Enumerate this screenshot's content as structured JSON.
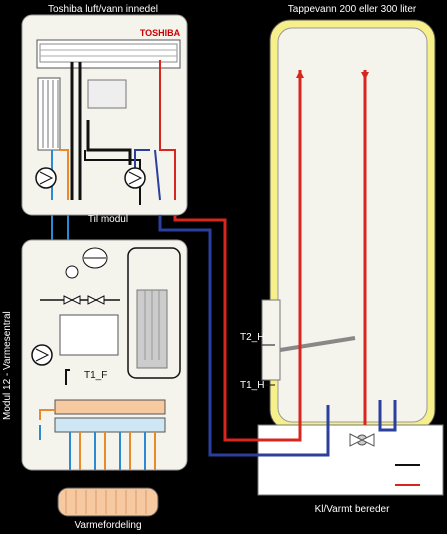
{
  "labels": {
    "indoor_unit_title": "Toshiba luft/vann innedel",
    "brand": "TOSHIBA",
    "tank_title": "Tappevann 200 eller 300 liter",
    "to_module": "Til modul",
    "module_title": "Modul 12 - Varmesentral",
    "t1_f": "T1_F",
    "t2_h": "T2_H",
    "t1_h": "T1_H",
    "floor_heating": "Varmefordeling",
    "boiler": "Kl/Varmt bereder"
  },
  "colors": {
    "background": "#000000",
    "panel": "#f4f3ec",
    "tank_yellow": "#f7f08a",
    "hot_pipe": "#d7261e",
    "cold_pipe": "#2b3f9e",
    "floor_coil": "#f6c9a0"
  }
}
